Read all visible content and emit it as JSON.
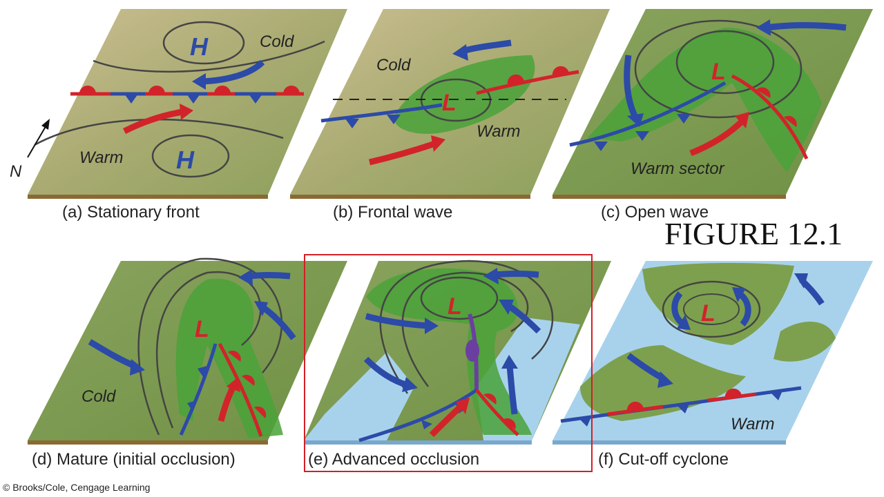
{
  "figure_title": "FIGURE 12.1",
  "credit": "© Brooks/Cole, Cengage Learning",
  "panels": [
    {
      "caption": "(a) Stationary front",
      "labels": [
        "Cold",
        "Warm"
      ],
      "pressure_labels": [
        "H",
        "H"
      ],
      "north": "N"
    },
    {
      "caption": "(b) Frontal wave",
      "labels": [
        "Cold",
        "Warm"
      ],
      "pressure_labels": [
        "L"
      ]
    },
    {
      "caption": "(c) Open wave",
      "labels": [
        "Warm sector"
      ],
      "pressure_labels": [
        "L"
      ]
    },
    {
      "caption": "(d) Mature (initial occlusion)",
      "labels": [
        "Cold"
      ],
      "pressure_labels": [
        "L"
      ]
    },
    {
      "caption": "(e) Advanced occlusion",
      "labels": [],
      "pressure_labels": [
        "L"
      ]
    },
    {
      "caption": "(f) Cut-off cyclone",
      "labels": [
        "Warm"
      ],
      "pressure_labels": [
        "L"
      ]
    }
  ],
  "colors": {
    "cold_front": "#2c4aa8",
    "warm_front": "#d2232a",
    "occluded_front": "#6b3fa0",
    "precip": "#4aa23a",
    "highlight_box": "#d21f26"
  }
}
